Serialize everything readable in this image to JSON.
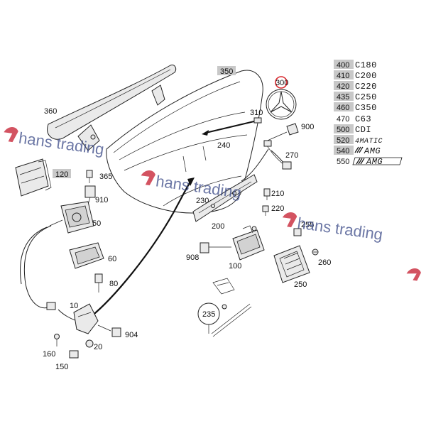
{
  "diagram": {
    "callouts": {
      "c360": "360",
      "c350": "350",
      "c300": "300",
      "c310": "310",
      "c900": "900",
      "c240": "240",
      "c270": "270",
      "c120": "120",
      "c365": "365",
      "c910": "910",
      "c50": "50",
      "c60": "60",
      "c80": "80",
      "c10": "10",
      "c904": "904",
      "c20": "20",
      "c160": "160",
      "c150": "150",
      "c230": "230",
      "c210": "210",
      "c220": "220",
      "c200": "200",
      "c255": "255",
      "c908": "908",
      "c100": "100",
      "c260": "260",
      "c250": "250",
      "c235": "235"
    },
    "legend": [
      {
        "code": "400",
        "model": "C180",
        "highlight": true
      },
      {
        "code": "410",
        "model": "C200",
        "highlight": true
      },
      {
        "code": "420",
        "model": "C220",
        "highlight": true
      },
      {
        "code": "435",
        "model": "C250",
        "highlight": true
      },
      {
        "code": "460",
        "model": "C350",
        "highlight": true
      },
      {
        "code": "470",
        "model": "C63",
        "highlight": false
      },
      {
        "code": "500",
        "model": "CDI",
        "highlight": true
      },
      {
        "code": "520",
        "model": "4MATIC",
        "highlight": true
      },
      {
        "code": "540",
        "model": "AMG",
        "highlight": true
      },
      {
        "code": "550",
        "model": "AMG",
        "highlight": false
      }
    ],
    "watermark": {
      "text": "hans trading"
    },
    "colors": {
      "highlight_box": "#c8c8c8",
      "circle_marker": "#d9262c",
      "watermark_blue": "#3b4a88",
      "watermark_red": "#c8283a"
    }
  }
}
